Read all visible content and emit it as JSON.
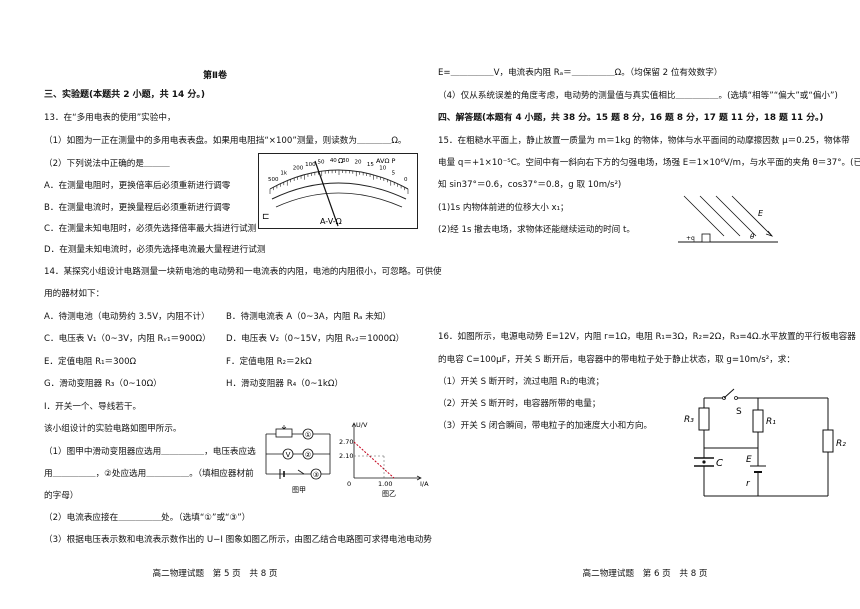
{
  "left": {
    "volume_title": "第Ⅱ卷",
    "section3": "三、实验题(本题共 2 小题，共 14 分。)",
    "q13": "13．在“多用电表的使用”实验中，",
    "q13_1": "（1）如图为一正在测量中的多用电表表盘。如果用电阻挡“×100”测量，则读数为＿＿＿＿Ω。",
    "q13_2": "（2）下列说法中正确的是＿＿＿",
    "q13_A": "A．在测量电阻时，更换倍率后必须重新进行调零",
    "q13_B": "B．在测量电流时，更换量程后必须重新进行调零",
    "q13_C": "C．在测量未知电阻时，必须先选择倍率最大挡进行试测",
    "q13_D": "D．在测量未知电流时，必须先选择电流最大量程进行试测",
    "q14": "14．某探究小组设计电路测量一块新电池的电动势和一电流表的内阻，电池的内阻很小，可忽略。可供使",
    "q14b": "用的器材如下：",
    "eq_A": "A．待测电池（电动势约 3.5V，内阻不计）",
    "eq_B": "B．待测电流表 A（0~3A，内阻 Rₐ 未知）",
    "eq_C": "C．电压表 V₁（0~3V，内阻 Rᵥ₁＝900Ω）",
    "eq_D": "D．电压表 V₂（0~15V，内阻 Rᵥ₂＝1000Ω）",
    "eq_E": "E．定值电阻 R₁＝300Ω",
    "eq_F": "F．定值电阻 R₂＝2kΩ",
    "eq_G": "G．滑动变阻器 R₃（0~10Ω）",
    "eq_H": "H．滑动变阻器 R₄（0~1kΩ）",
    "eq_I": "I．开关一个、导线若干。",
    "q14_design": "该小组设计的实验电路如图甲所示。",
    "q14_1a": "（1）图甲中滑动变阻器应选用＿＿＿＿＿，电压表应选",
    "q14_1b": "用＿＿＿＿＿，②处应选用＿＿＿＿＿。（填相应器材前",
    "q14_1c": "的字母）",
    "q14_2": "（2）电流表应接在＿＿＿＿＿处。（选填“①”或“③”）",
    "q14_3": "（3）根据电压表示数和电流表示数作出的 U−I 图象如图乙所示，由图乙结合电路图可求得电池电动势",
    "footer": "高二物理试题　第 5 页　共 8 页",
    "fig_jia": "图甲",
    "fig_yi": "图乙",
    "fig_U": "U/V",
    "fig_I": "I/A",
    "fig_origin": "0",
    "fig_y1": "2.70",
    "fig_y2": "2.10",
    "fig_x1": "1.00",
    "c_mark1": "①",
    "c_markV": "V",
    "c_mark2": "②",
    "c_mark3": "③",
    "meter_scale": "A-V-Ω",
    "meter_top": "Ω",
    "meter_labels": [
      "500",
      "1k",
      "200",
      "100",
      "50",
      "40",
      "30",
      "20",
      "15",
      "10",
      "5",
      "0"
    ],
    "meter_corner": "AVΩ P"
  },
  "right": {
    "r1": "E=＿＿＿＿＿V，电流表内阻 Rₐ＝＿＿＿＿＿Ω。（均保留 2 位有效数字）",
    "r2": "（4）仅从系统误差的角度考虑，电动势的测量值与真实值相比＿＿＿＿＿。(选填“相等”“偏大”或“偏小”)",
    "section4": "四、解答题(本题有 4 小题，共 38 分。15 题 8 分，16 题 8 分，17 题 11 分，18 题 11 分。)",
    "q15a": "15．在粗糙水平面上，静止放置一质量为 m＝1kg 的物体，物体与水平面间的动摩擦因数 μ＝0.25，物体带",
    "q15b": "电量 q＝+1×10⁻⁵C。空间中有一斜向右下方的匀强电场，场强 E＝1×10⁶V/m，与水平面的夹角 θ＝37°。(已",
    "q15c": "知 sin37°＝0.6，cos37°＝0.8，g 取 10m/s²)",
    "q15_1": "(1)1s 内物体前进的位移大小 x₁；",
    "q15_2": "(2)经 1s 撤去电场，求物体还能继续运动的时间 t。",
    "q16a": "16．如图所示，电源电动势 E=12V，内阻 r=1Ω，电阻 R₁=3Ω，R₂=2Ω，R₃=4Ω.水平放置的平行板电容器",
    "q16b": "的电容 C=100μF，开关 S 断开后，电容器中的带电粒子处于静止状态，取 g=10m/s²，求：",
    "q16_1": "（1）开关 S 断开时，流过电阻 R₁的电流；",
    "q16_2": "（2）开关 S 断开时，电容器所带的电量；",
    "q16_3": "（3）开关 S 闭合瞬间，带电粒子的加速度大小和方向。",
    "fig15_E": "E",
    "fig15_theta": "θ",
    "fig15_q": "+q",
    "fig16_R3": "R₃",
    "fig16_S": "S",
    "fig16_R1": "R₁",
    "fig16_R2": "R₂",
    "fig16_C": "C",
    "fig16_E": "E",
    "fig16_r": "r",
    "footer": "高二物理试题　第 6 页　共 8 页"
  }
}
